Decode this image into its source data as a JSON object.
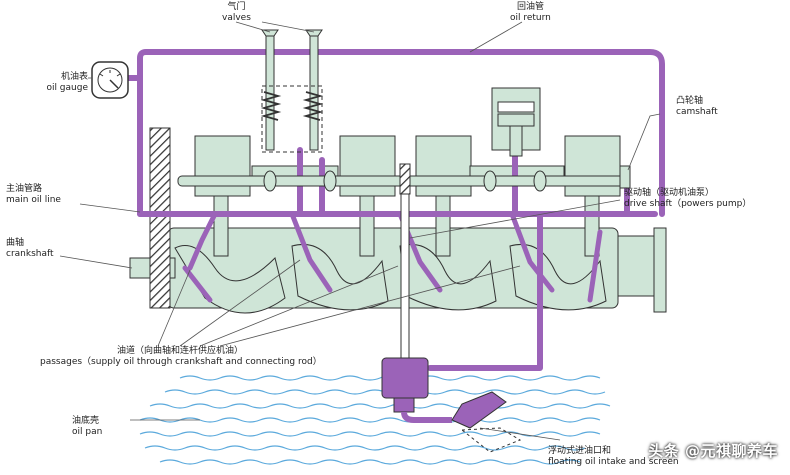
{
  "labels": {
    "valves": {
      "zh": "气门",
      "en": "valves"
    },
    "oil_return": {
      "zh": "回油管",
      "en": "oil return"
    },
    "oil_gauge": {
      "zh": "机油表",
      "en": "oil gauge"
    },
    "camshaft": {
      "zh": "凸轮轴",
      "en": "camshaft"
    },
    "main_oil_line": {
      "zh": "主油管路",
      "en": "main oil line"
    },
    "drive_shaft": {
      "zh": "驱动轴（驱动机油泵）",
      "en": "drive shaft（powers pump）"
    },
    "crankshaft": {
      "zh": "曲轴",
      "en": "crankshaft"
    },
    "passages": {
      "zh": "油道（向曲轴和连杆供应机油）",
      "en": "passages（supply oil through crankshaft and connecting rod）"
    },
    "oil_pan": {
      "zh": "油底壳",
      "en": "oil pan"
    },
    "floating_intake": {
      "zh": "浮动式进油口和",
      "en": "floating oil intake and screen"
    }
  },
  "watermark": "头条 @元祺聊养车",
  "colors": {
    "oil": "#9b63b8",
    "block": "#cfe5d7",
    "outline": "#333333",
    "water": "#3f9bd6"
  }
}
